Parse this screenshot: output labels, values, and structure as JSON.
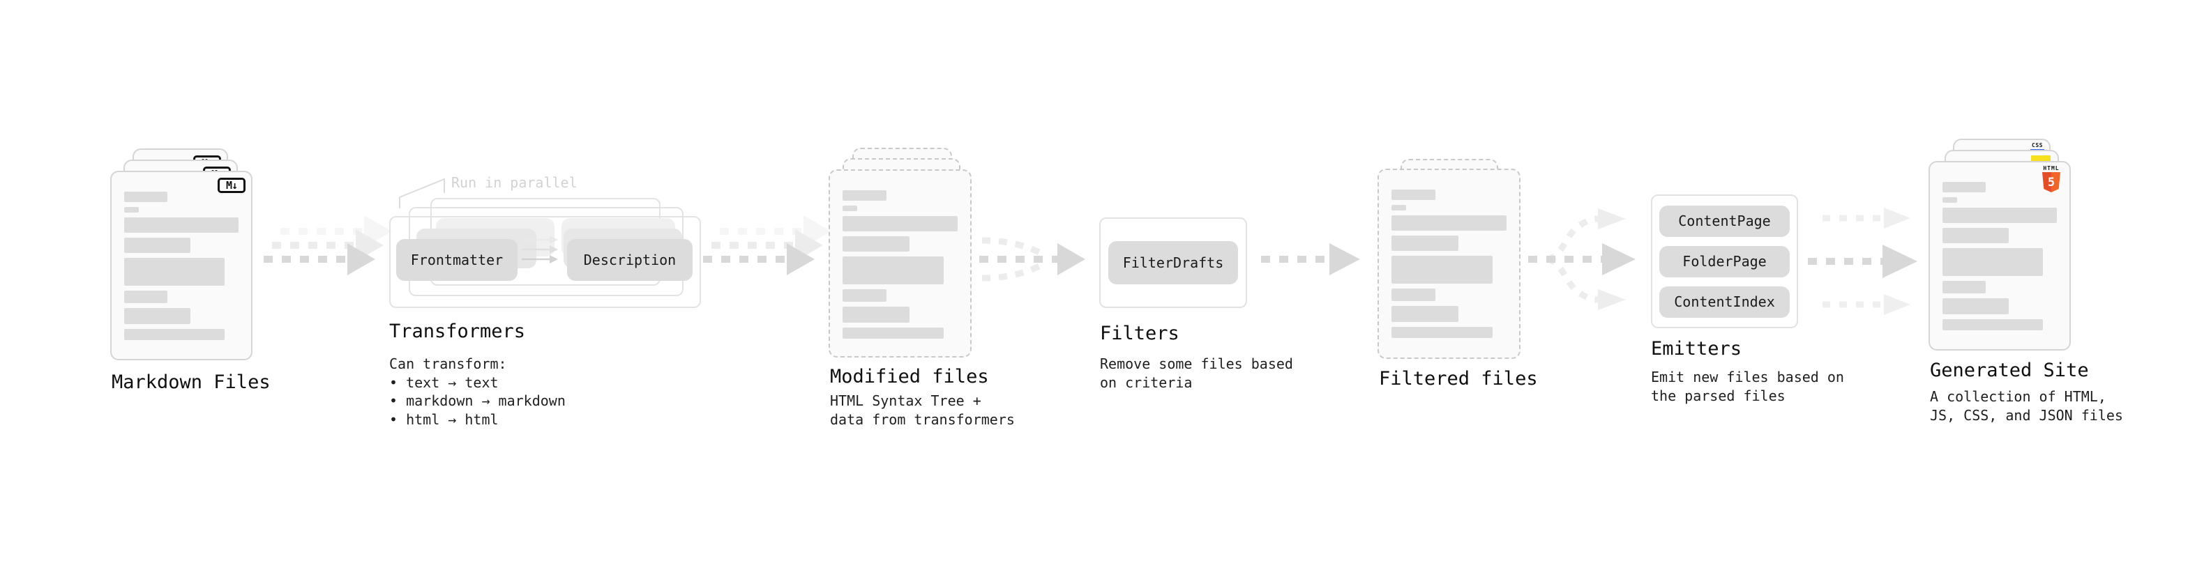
{
  "diagram": {
    "markdown_files": {
      "title": "Markdown Files",
      "badge": "M↓"
    },
    "transformers": {
      "title": "Transformers",
      "note": "Run in parallel",
      "description": "Can transform:\n • text → text\n • markdown → markdown\n • html → html",
      "boxes": [
        "Frontmatter",
        "Description"
      ]
    },
    "modified_files": {
      "title": "Modified files",
      "description": "HTML Syntax Tree +\ndata from transformers"
    },
    "filters": {
      "title": "Filters",
      "description": "Remove some files based\non criteria",
      "boxes": [
        "FilterDrafts"
      ]
    },
    "filtered_files": {
      "title": "Filtered files"
    },
    "emitters": {
      "title": "Emitters",
      "description": "Emit new files based on\nthe parsed files",
      "boxes": [
        "ContentPage",
        "FolderPage",
        "ContentIndex"
      ]
    },
    "generated_site": {
      "title": "Generated Site",
      "description": "A collection of HTML,\nJS, CSS, and JSON files",
      "badges": {
        "css": "CSS",
        "html_wordmark": "HTML",
        "html_numeral": "5"
      }
    }
  },
  "colors": {
    "html5_orange": "#e44d26",
    "js_yellow": "#f7df1e",
    "css_blue": "#2965f1",
    "arrow_gray": "#d8d8d8"
  }
}
